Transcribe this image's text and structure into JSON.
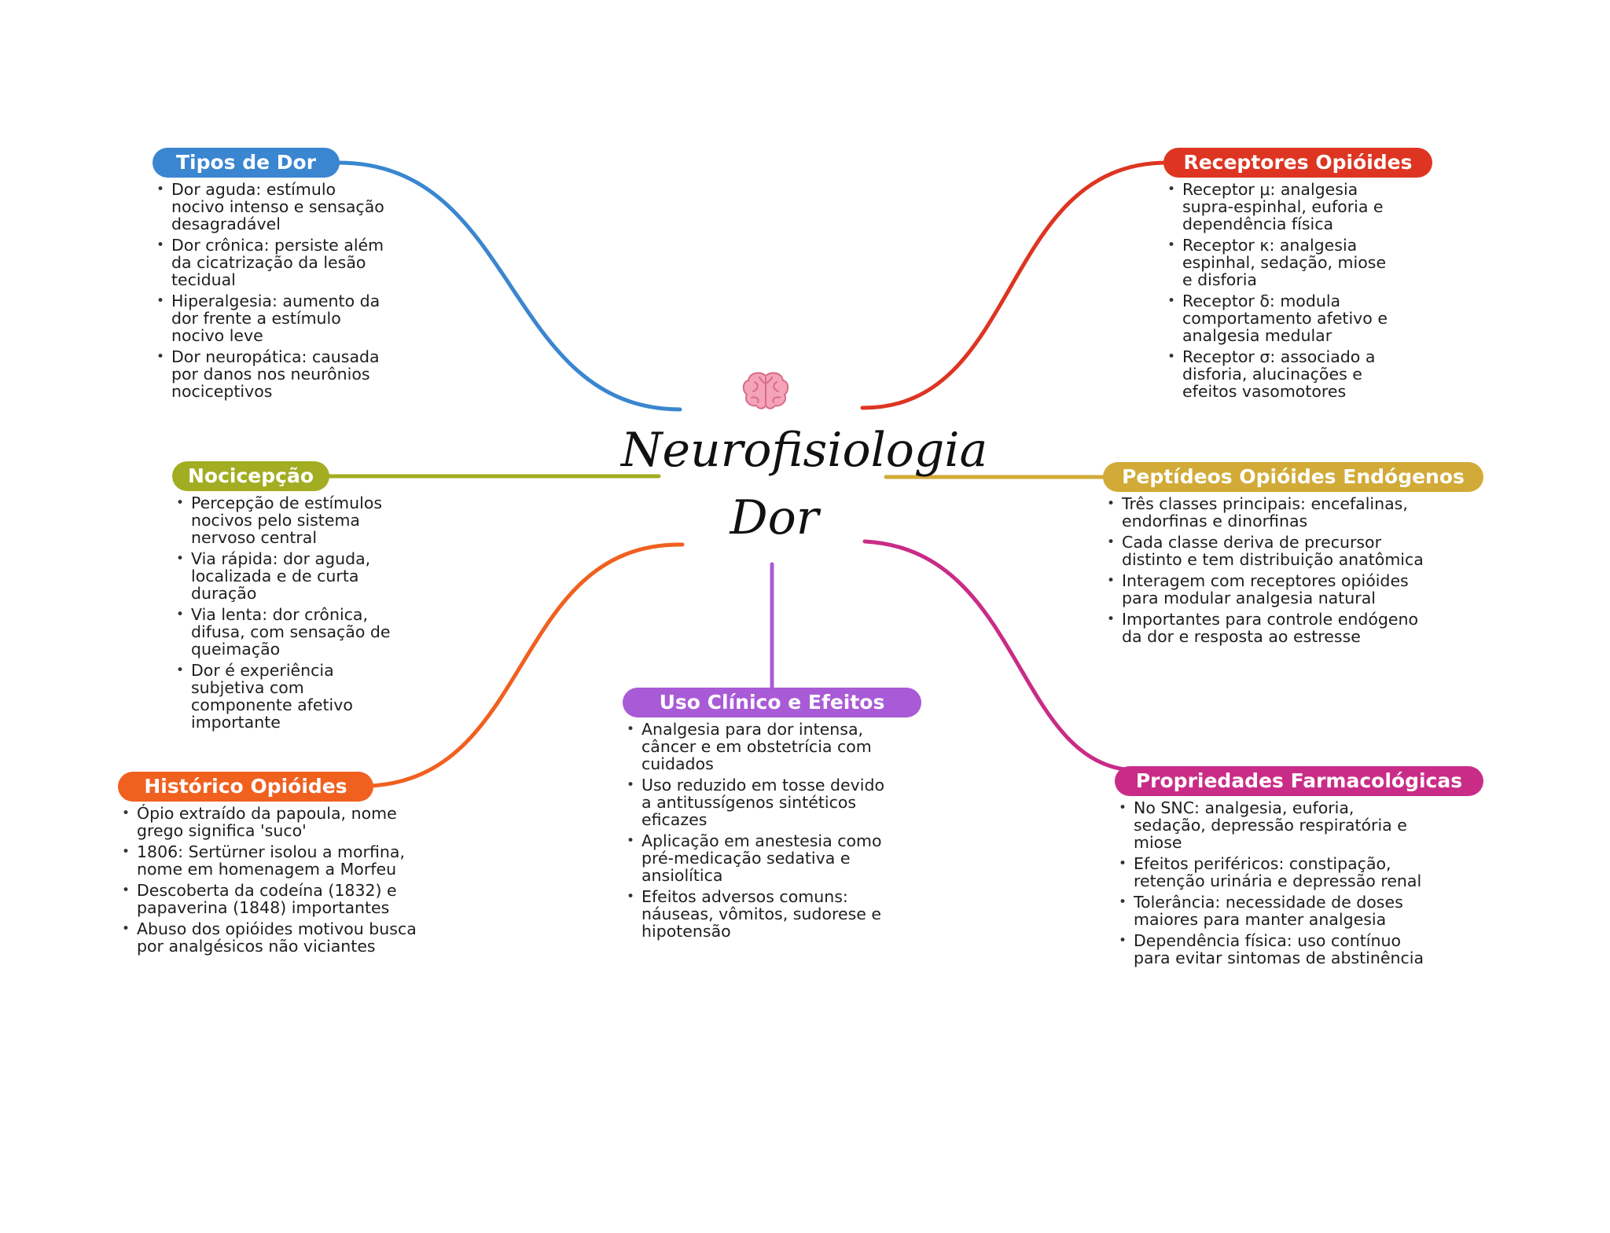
{
  "center": {
    "title_line1": "Neurofisiologia",
    "title_line2": "Dor",
    "icon": "brain-icon"
  },
  "colors": {
    "tipos": "#3a86d0",
    "nocicepcao": "#a3ad22",
    "historico": "#f0601f",
    "uso": "#a95ad6",
    "receptores": "#dd3522",
    "peptideos": "#d2aa37",
    "propriedades": "#c92c87"
  },
  "tipos": {
    "title": "Tipos de Dor",
    "items": [
      "Dor aguda: estímulo nocivo intenso e sensação desagradável",
      "Dor crônica: persiste além da cicatrização da lesão tecidual",
      "Hiperalgesia: aumento da dor frente a estímulo nocivo leve",
      "Dor neuropática: causada por danos nos neurônios nociceptivos"
    ]
  },
  "nocicepcao": {
    "title": "Nocicepção",
    "items": [
      "Percepção de estímulos nocivos pelo sistema nervoso central",
      "Via rápida: dor aguda, localizada e de curta duração",
      "Via lenta: dor crônica, difusa, com sensação de queimação",
      "Dor é experiência subjetiva com componente afetivo importante"
    ]
  },
  "historico": {
    "title": "Histórico Opióides",
    "items": [
      "Ópio extraído da papoula, nome grego significa 'suco'",
      "1806: Sertürner isolou a morfina, nome em homenagem a Morfeu",
      "Descoberta da codeína (1832) e papaverina (1848) importantes",
      "Abuso dos opióides motivou busca por analgésicos não viciantes"
    ]
  },
  "uso": {
    "title": "Uso Clínico e Efeitos",
    "items": [
      "Analgesia para dor intensa, câncer e em obstetrícia com cuidados",
      "Uso reduzido em tosse devido a antitussígenos sintéticos eficazes",
      "Aplicação em anestesia como pré-medicação sedativa e ansiolítica",
      "Efeitos adversos comuns: náuseas, vômitos, sudorese e hipotensão"
    ]
  },
  "receptores": {
    "title": "Receptores Opióides",
    "items": [
      "Receptor μ: analgesia supra-espinhal, euforia e dependência física",
      "Receptor κ: analgesia espinhal, sedação, miose e disforia",
      "Receptor δ: modula comportamento afetivo e analgesia medular",
      "Receptor σ: associado a disforia, alucinações e efeitos vasomotores"
    ]
  },
  "peptideos": {
    "title": "Peptídeos Opióides Endógenos",
    "items": [
      "Três classes principais: encefalinas, endorfinas e dinorfinas",
      "Cada classe deriva de precursor distinto e tem distribuição anatômica",
      "Interagem com receptores opióides para modular analgesia natural",
      "Importantes para controle endógeno da dor e resposta ao estresse"
    ]
  },
  "propriedades": {
    "title": "Propriedades Farmacológicas",
    "items": [
      "No SNC: analgesia, euforia, sedação, depressão respiratória e miose",
      "Efeitos periféricos: constipação, retenção urinária e depressão renal",
      "Tolerância: necessidade de doses maiores para manter analgesia",
      "Dependência física: uso contínuo para evitar sintomas de abstinência"
    ]
  }
}
